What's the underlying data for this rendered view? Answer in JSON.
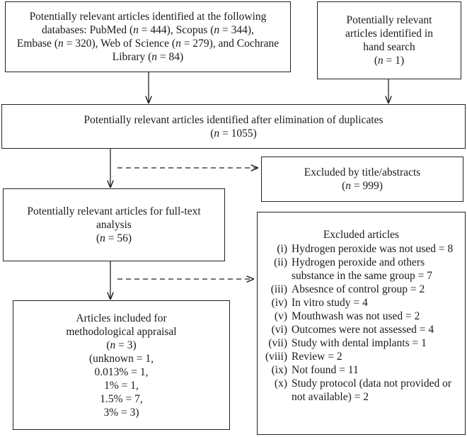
{
  "identification": {
    "lines": [
      "Potentially relevant articles identified at the following",
      "databases: PubMed (n = 444), Scopus (n = 344),",
      "Embase (n = 320), Web of Science (n = 279), and Cochrane",
      "Library (n = 84)"
    ]
  },
  "hand_search": {
    "lines": [
      "Potentially relevant",
      "articles identified in",
      "hand search",
      "(n = 1)"
    ]
  },
  "deduplicated": {
    "lines": [
      "Potentially relevant articles identified after elimination of duplicates",
      "(n = 1055)"
    ]
  },
  "excluded_title": {
    "lines": [
      "Excluded by title/abstracts",
      "(n = 999)"
    ]
  },
  "full_text": {
    "lines": [
      "Potentially relevant articles for full-text",
      "analysis",
      "(n = 56)"
    ]
  },
  "excluded_articles": {
    "title": "Excluded articles",
    "items": [
      {
        "num": "(i)",
        "text": "Hydrogen peroxide was not used = 8"
      },
      {
        "num": "(ii)",
        "text": "Hydrogen peroxide and others substance in the same group = 7"
      },
      {
        "num": "(iii)",
        "text": "Absesnce of control group = 2"
      },
      {
        "num": "(iv)",
        "text": "In vitro study = 4"
      },
      {
        "num": "(v)",
        "text": "Mouthwash was not used = 2"
      },
      {
        "num": "(vi)",
        "text": "Outcomes were not assessed = 4"
      },
      {
        "num": "(vii)",
        "text": "Study with dental implants = 1"
      },
      {
        "num": "(viii)",
        "text": "Review = 2"
      },
      {
        "num": "(ix)",
        "text": "Not found = 11"
      },
      {
        "num": "(x)",
        "text": "Study protocol (data not provided or not available) = 2"
      }
    ]
  },
  "included": {
    "lines": [
      "Articles included for",
      "methodological appraisal",
      "(n = 3)",
      "(unknown = 1,",
      "0.013% = 1,",
      "1% = 1,",
      "1.5% = 7,",
      "3% = 3)"
    ]
  }
}
